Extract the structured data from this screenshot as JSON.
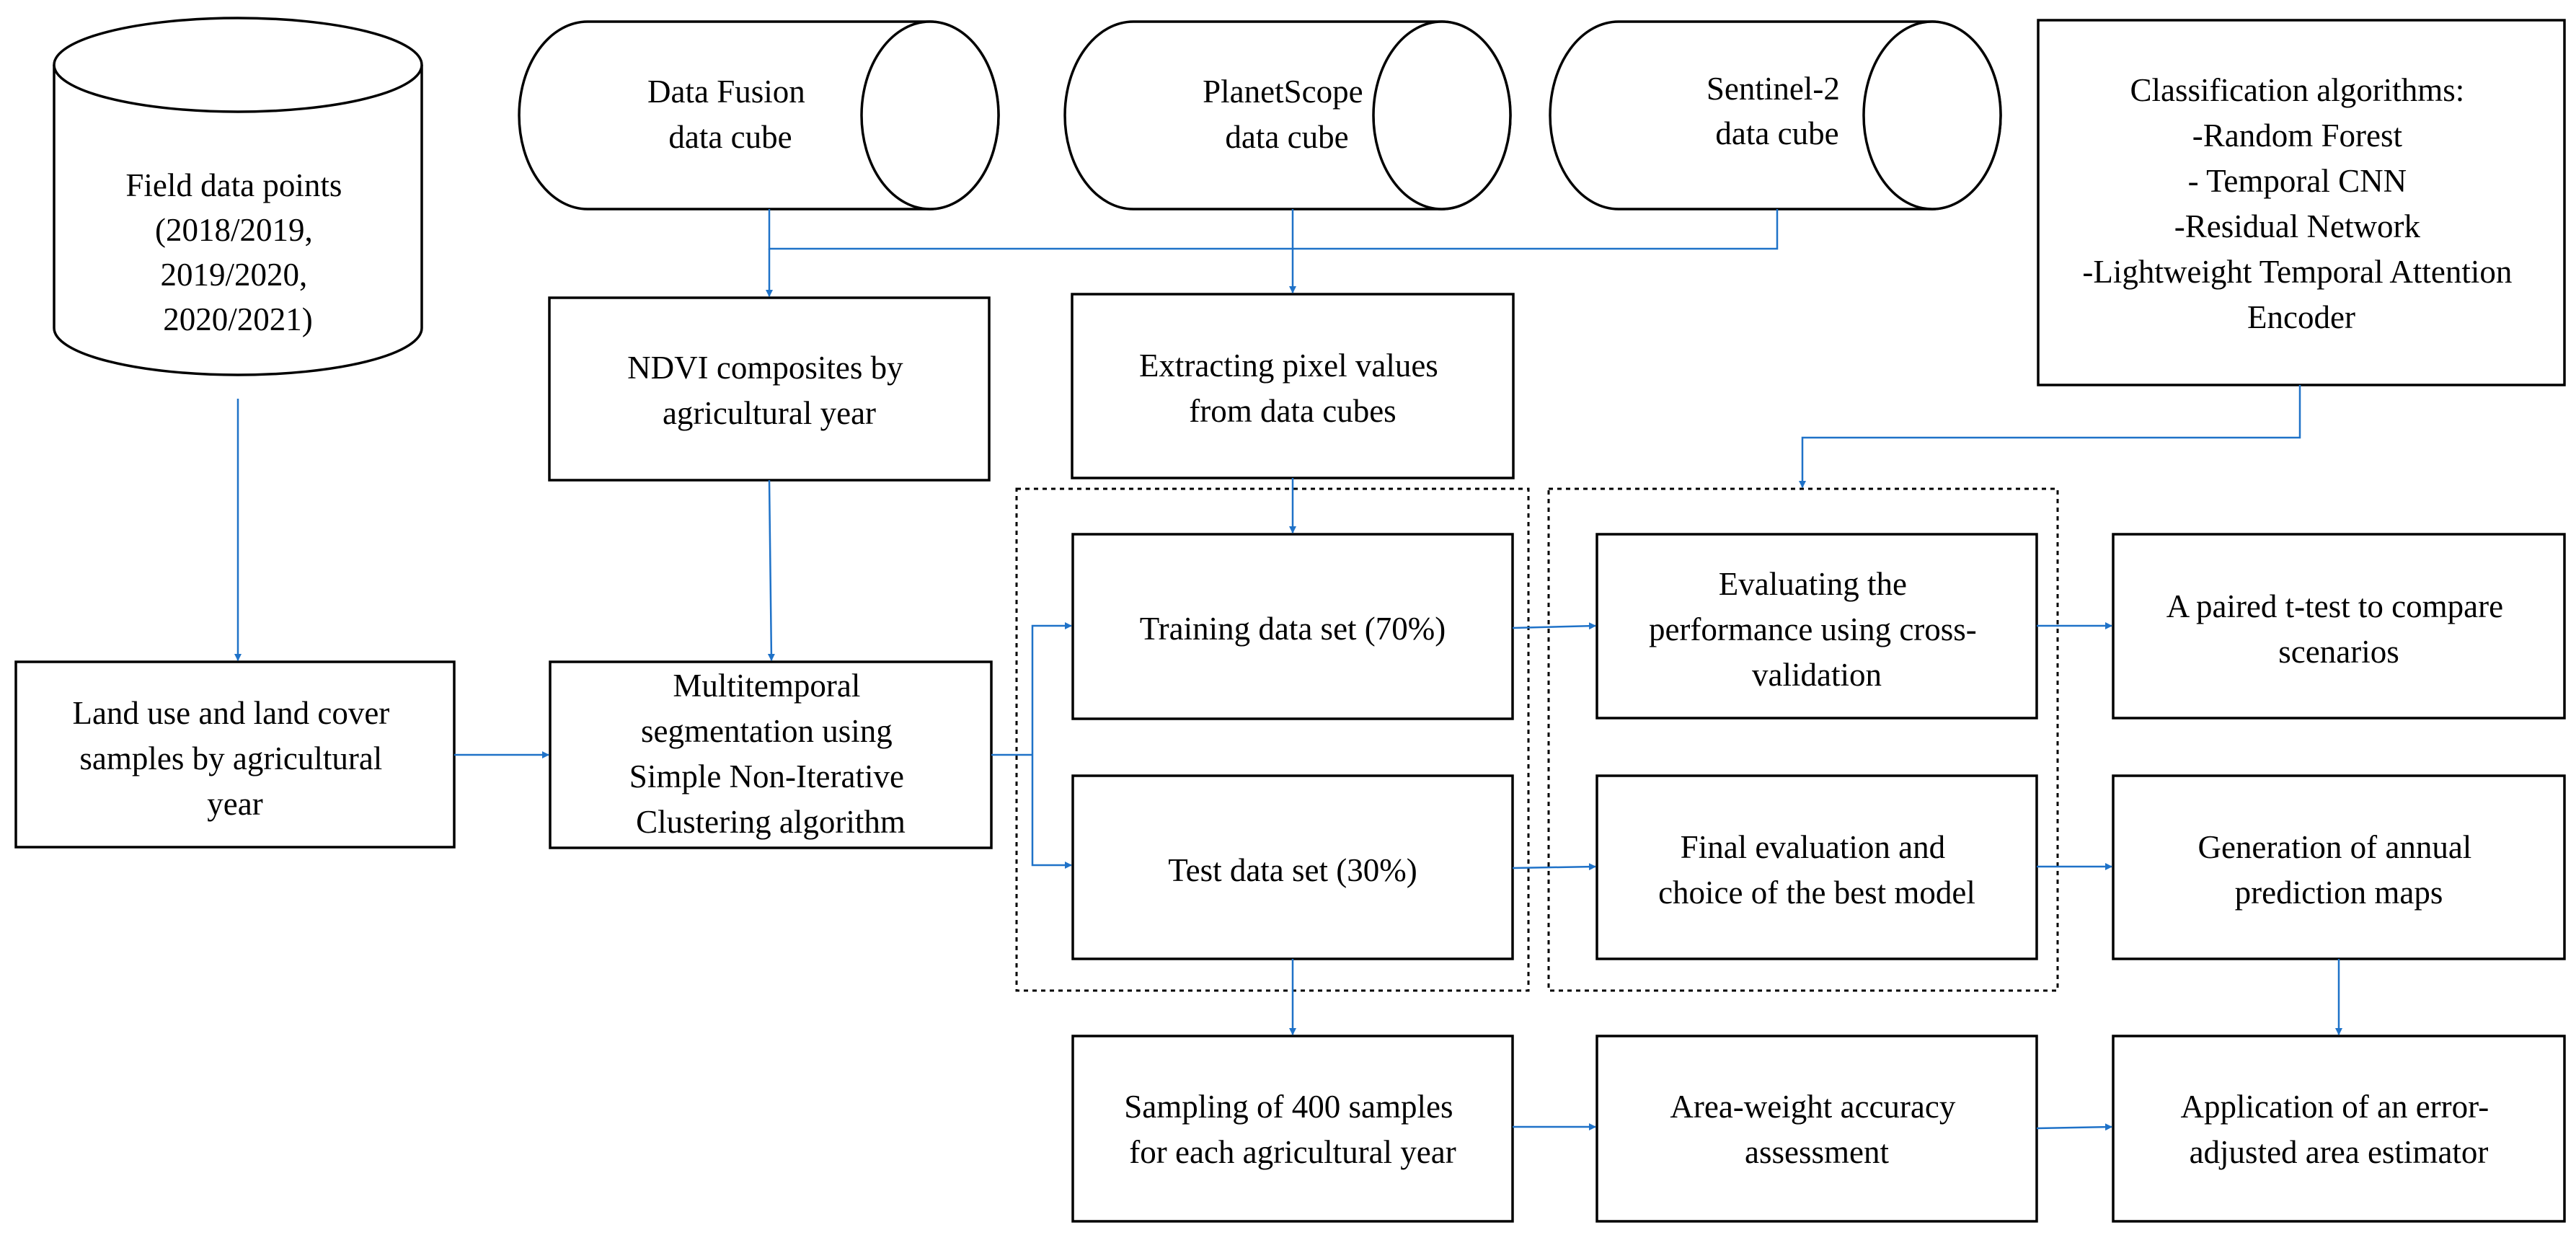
{
  "nodes": {
    "field": {
      "lines": [
        "Field data points",
        "(2018/2019,",
        "2019/2020,",
        "2020/2021)"
      ]
    },
    "fusion_cube": {
      "lines": [
        "Data Fusion",
        "data cube"
      ]
    },
    "planet_cube": {
      "lines": [
        "PlanetScope",
        "data cube"
      ]
    },
    "sentinel_cube": {
      "lines": [
        "Sentinel-2",
        "data cube"
      ]
    },
    "algorithms": {
      "lines": [
        "Classification algorithms:",
        "-Random Forest",
        "- Temporal CNN",
        "-Residual Network",
        "-Lightweight Temporal Attention",
        "Encoder"
      ]
    },
    "ndvi": {
      "lines": [
        "NDVI composites by",
        "agricultural year"
      ]
    },
    "extract": {
      "lines": [
        "Extracting pixel values",
        "from data cubes"
      ]
    },
    "lulc": {
      "lines": [
        "Land use and land cover",
        "samples by agricultural",
        "year"
      ]
    },
    "segmentation": {
      "lines": [
        "Multitemporal",
        "segmentation using",
        "Simple Non-Iterative",
        "Clustering algorithm"
      ]
    },
    "training": {
      "lines": [
        "Training data set (70%)"
      ]
    },
    "test": {
      "lines": [
        "Test data set (30%)"
      ]
    },
    "evaluating": {
      "lines": [
        "Evaluating the",
        "performance using cross-",
        "validation"
      ]
    },
    "ttest": {
      "lines": [
        "A paired t-test to compare",
        "scenarios"
      ]
    },
    "final_eval": {
      "lines": [
        "Final evaluation and",
        "choice of the best model"
      ]
    },
    "prediction": {
      "lines": [
        "Generation of annual",
        "prediction maps"
      ]
    },
    "sampling": {
      "lines": [
        "Sampling of 400 samples",
        "for each agricultural year"
      ]
    },
    "accuracy": {
      "lines": [
        "Area-weight accuracy",
        "assessment"
      ]
    },
    "estimator": {
      "lines": [
        "Application of an error-",
        "adjusted area estimator"
      ]
    }
  },
  "colors": {
    "arrow": "#1f72c8",
    "box_stroke": "#000000",
    "text": "#000000"
  }
}
